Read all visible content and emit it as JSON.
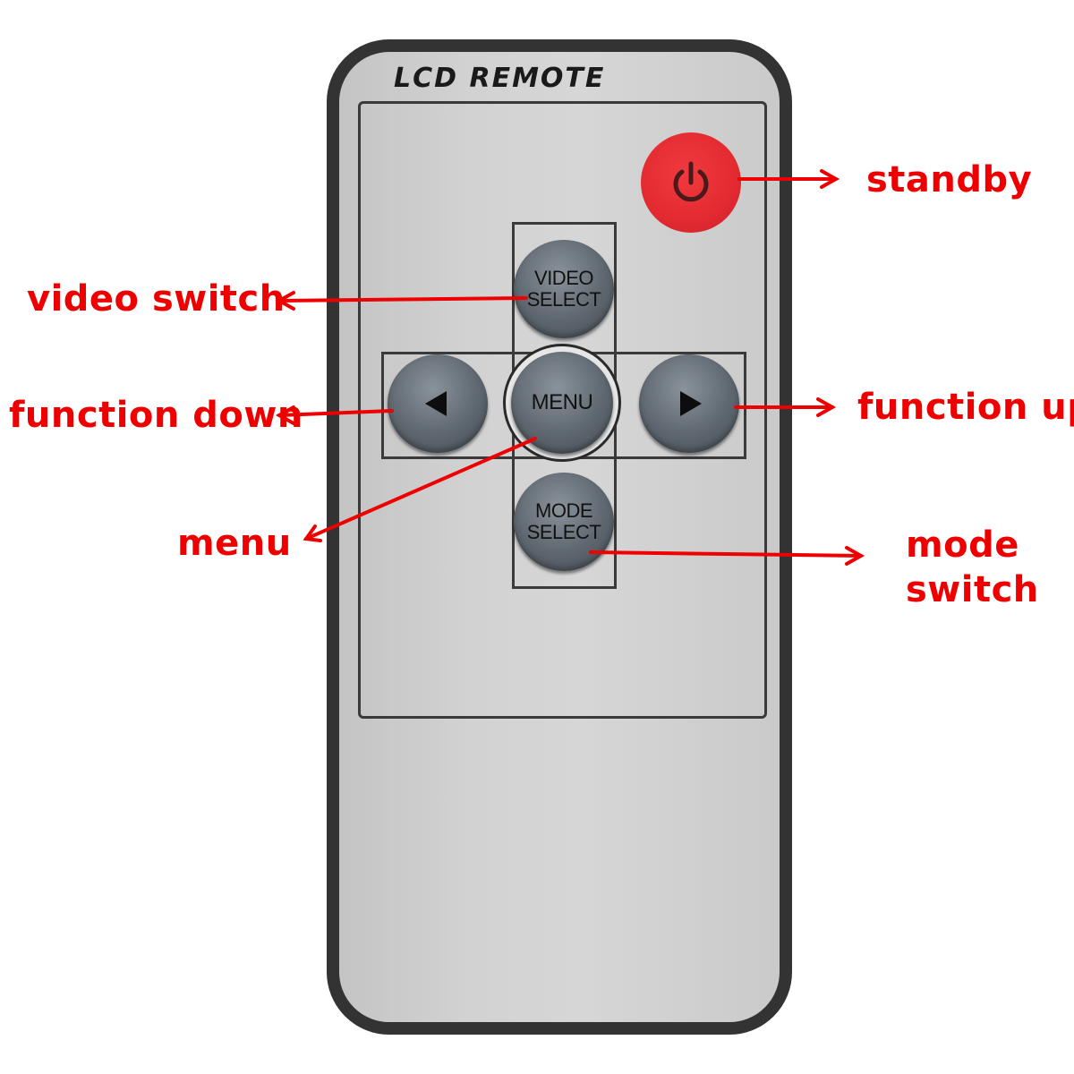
{
  "remote": {
    "brand": "LCD REMOTE",
    "buttons": {
      "video_select": [
        "VIDEO",
        "SELECT"
      ],
      "menu": "MENU",
      "mode_select": [
        "MODE",
        "SELECT"
      ]
    }
  },
  "callouts": {
    "standby": "standby",
    "video_switch": "video switch",
    "function_down": "function down",
    "function_up": "function up",
    "menu": "menu",
    "mode_switch": [
      "mode",
      "switch"
    ]
  },
  "colors": {
    "callout": "#ee0000",
    "power_button": "#e32a31",
    "keys": "#5e676f",
    "remote_face": "#d2d2d2",
    "remote_border": "#333333"
  },
  "icons": {
    "power": "power-icon",
    "left": "triangle-left-icon",
    "right": "triangle-right-icon"
  }
}
